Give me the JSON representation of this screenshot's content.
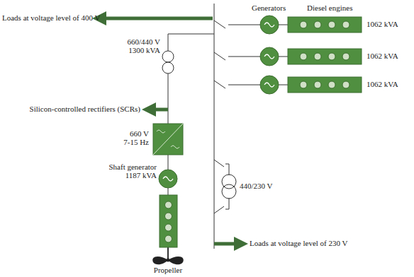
{
  "diagram": {
    "labels": [
      "Loads at voltage level of 400 V",
      "Generators",
      "Diesel engines",
      "1062 kVA",
      "1062 kVA",
      "1062 kVA",
      "660/440 V",
      "1300 kVA",
      "Silicon-controlled rectifiers (SCRs)",
      "660 V",
      "7-15 Hz",
      "Shaft generator",
      "1187 kVA",
      "440/230 V",
      "Loads at voltage level of 230 V",
      "Propeller"
    ]
  }
}
